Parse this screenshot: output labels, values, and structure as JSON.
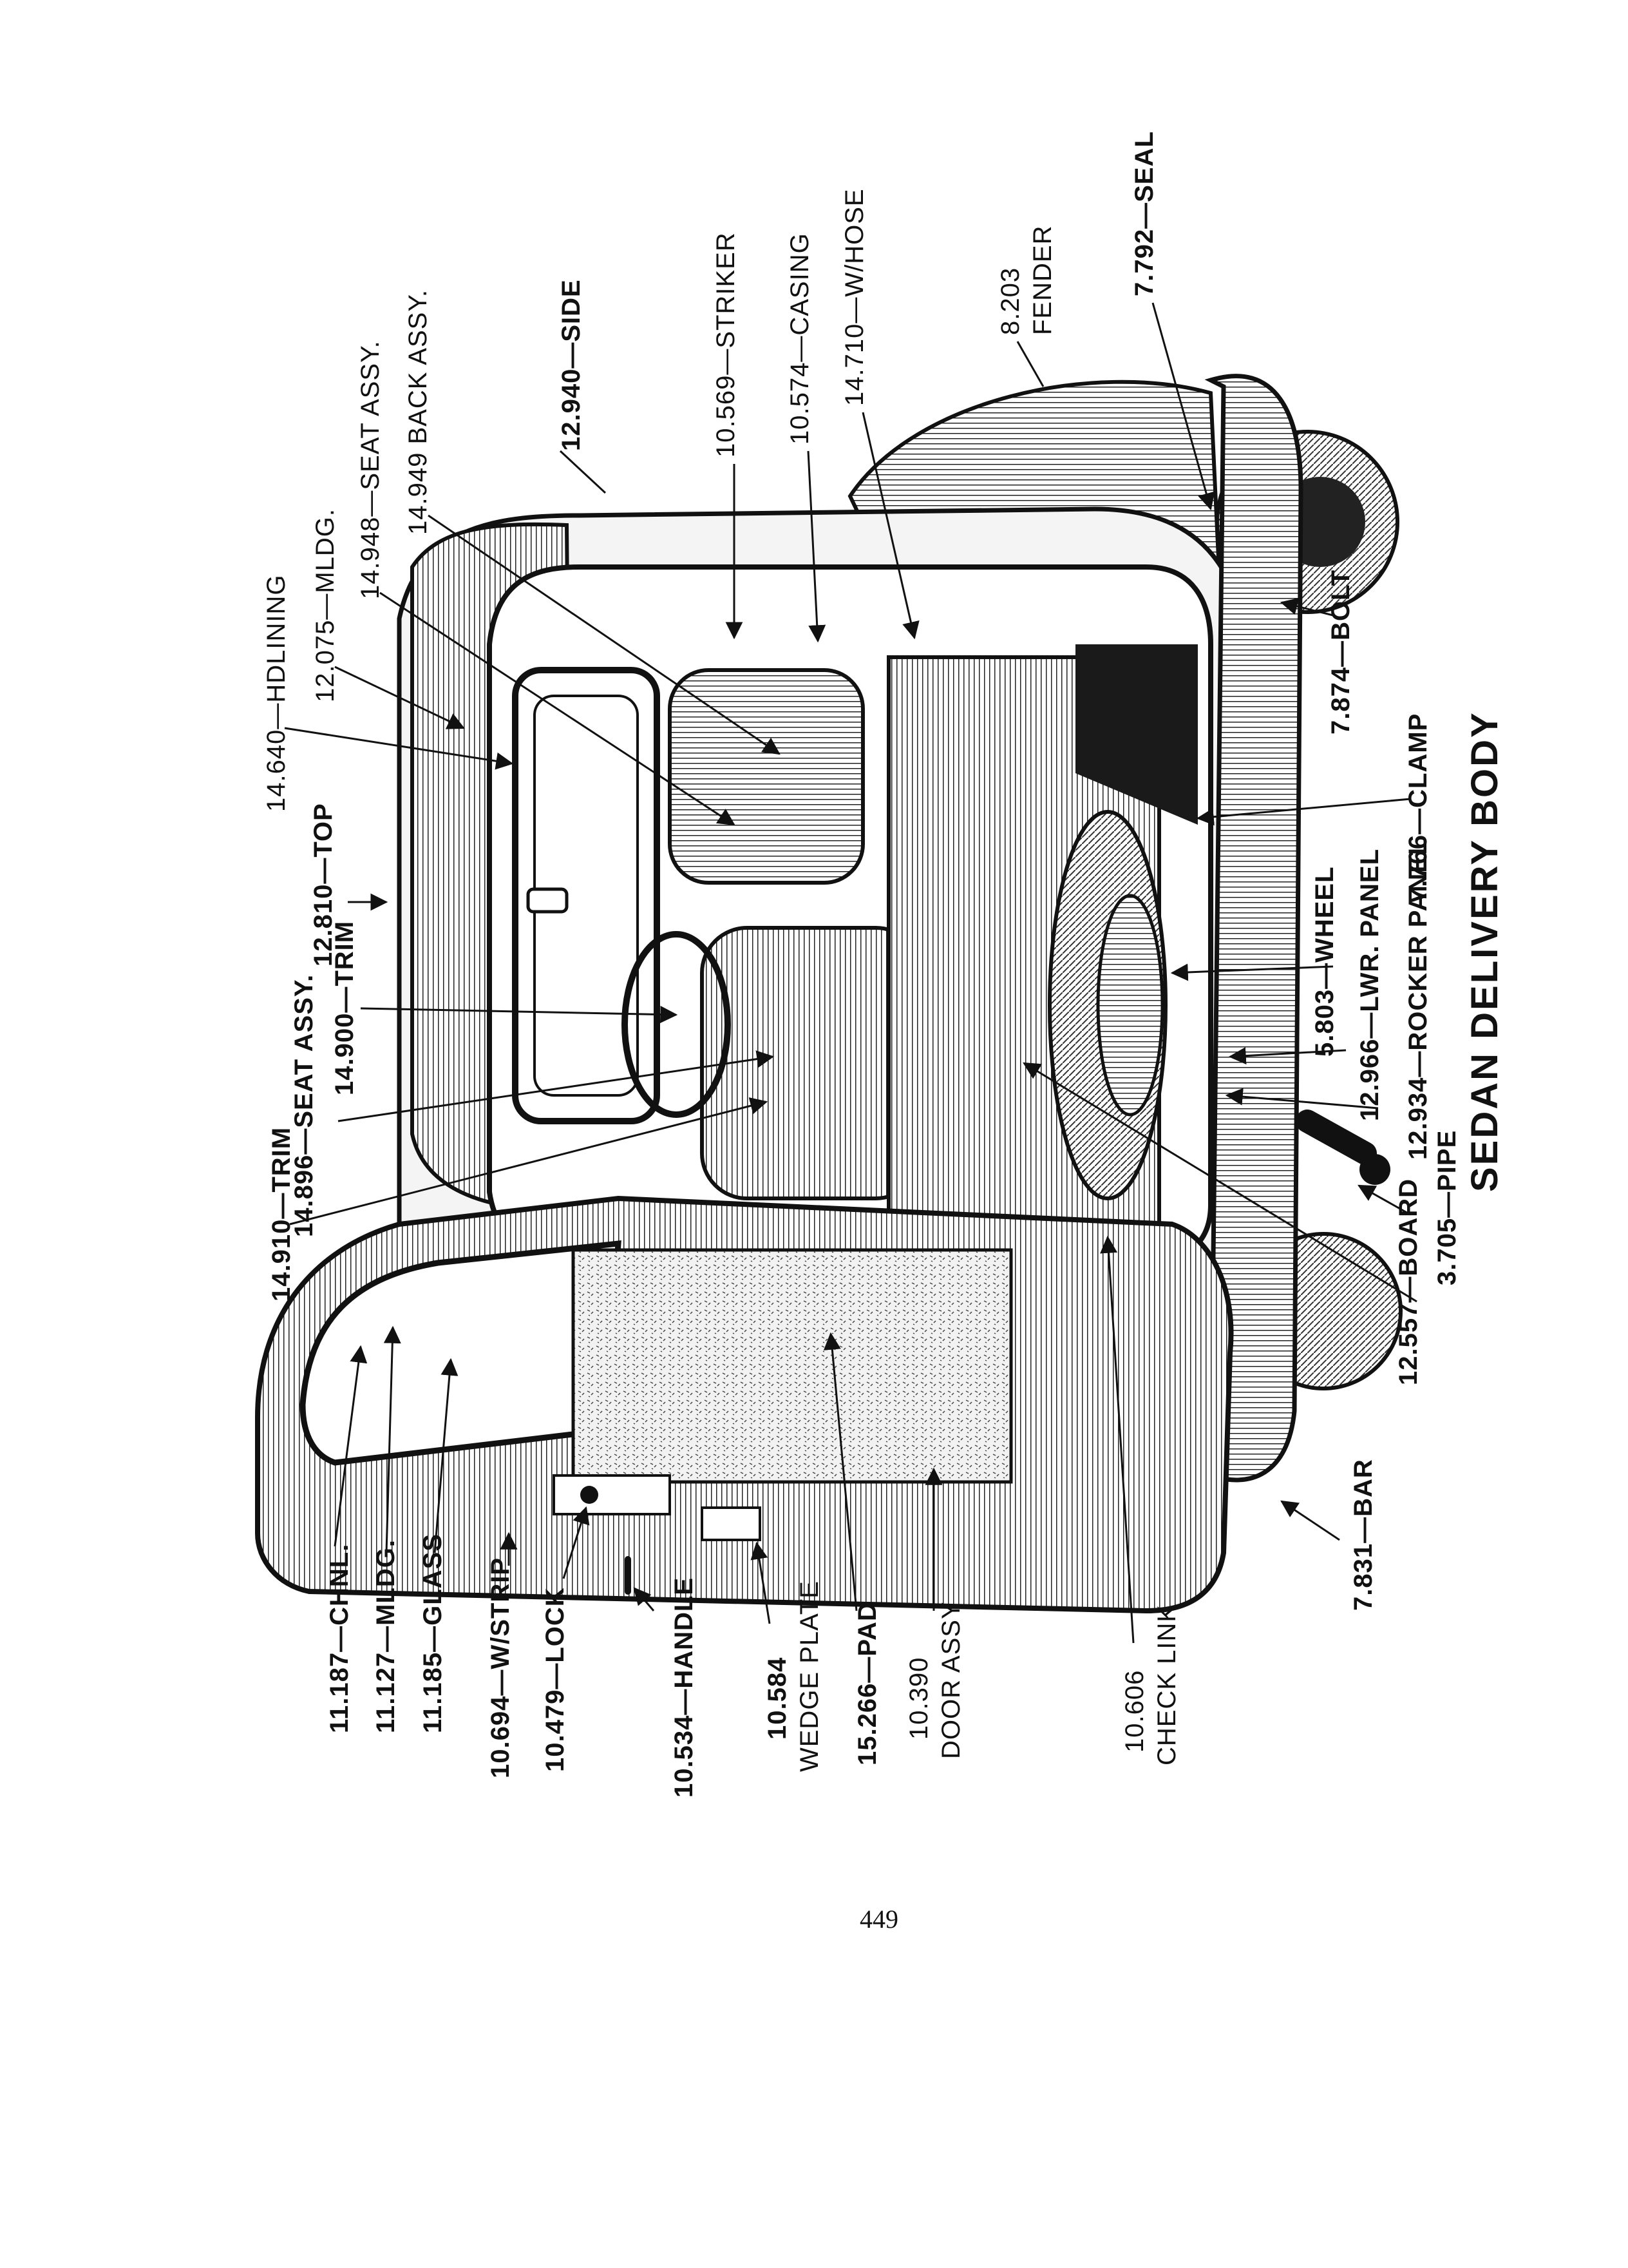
{
  "title": "SEDAN DELIVERY BODY",
  "page_number": "449",
  "callouts": [
    {
      "id": "hdlining",
      "num": "14.640",
      "name": "HDLINING"
    },
    {
      "id": "mldg-top",
      "num": "12.075",
      "name": "MLDG."
    },
    {
      "id": "seat-assy-rear",
      "num": "14.948",
      "name": "SEAT ASSY."
    },
    {
      "id": "back-assy",
      "num": "14.949",
      "name": "BACK ASSY."
    },
    {
      "id": "side",
      "num": "12.940",
      "name": "SIDE"
    },
    {
      "id": "striker",
      "num": "10.569",
      "name": "STRIKER"
    },
    {
      "id": "casing",
      "num": "10.574",
      "name": "CASING"
    },
    {
      "id": "w-hose",
      "num": "14.710",
      "name": "W/HOSE"
    },
    {
      "id": "fender",
      "num": "8.203",
      "name": "FENDER"
    },
    {
      "id": "seal",
      "num": "7.792",
      "name": "SEAL"
    },
    {
      "id": "top",
      "num": "12.810",
      "name": "TOP"
    },
    {
      "id": "trim-front",
      "num": "14.900",
      "name": "TRIM"
    },
    {
      "id": "seat-assy-front",
      "num": "14.896",
      "name": "SEAT ASSY."
    },
    {
      "id": "trim-side",
      "num": "14.910",
      "name": "TRIM"
    },
    {
      "id": "bolt",
      "num": "7.874",
      "name": "BOLT"
    },
    {
      "id": "clamp",
      "num": "7.766",
      "name": "CLAMP"
    },
    {
      "id": "wheel",
      "num": "5.803",
      "name": "WHEEL"
    },
    {
      "id": "lwr-panel",
      "num": "12.966",
      "name": "LWR. PANEL"
    },
    {
      "id": "rocker-panel",
      "num": "12.934",
      "name": "ROCKER PANEL"
    },
    {
      "id": "pipe",
      "num": "3.705",
      "name": "PIPE"
    },
    {
      "id": "board",
      "num": "12.557",
      "name": "BOARD"
    },
    {
      "id": "bar",
      "num": "7.831",
      "name": "BAR"
    },
    {
      "id": "chnl",
      "num": "11.187",
      "name": "CHNL."
    },
    {
      "id": "mldg-door",
      "num": "11.127",
      "name": "MLDG."
    },
    {
      "id": "glass",
      "num": "11.185",
      "name": "GLASS"
    },
    {
      "id": "w-strip",
      "num": "10.694",
      "name": "W/STRIP"
    },
    {
      "id": "lock",
      "num": "10.479",
      "name": "LOCK"
    },
    {
      "id": "handle",
      "num": "10.534",
      "name": "HANDLE"
    },
    {
      "id": "wedge-plate",
      "num": "10.584",
      "name": "WEDGE PLATE"
    },
    {
      "id": "pad",
      "num": "15.266",
      "name": "PAD"
    },
    {
      "id": "door-assy",
      "num": "10.390",
      "name": "DOOR ASSY"
    },
    {
      "id": "check-link",
      "num": "10.606",
      "name": "CHECK LINK"
    }
  ]
}
